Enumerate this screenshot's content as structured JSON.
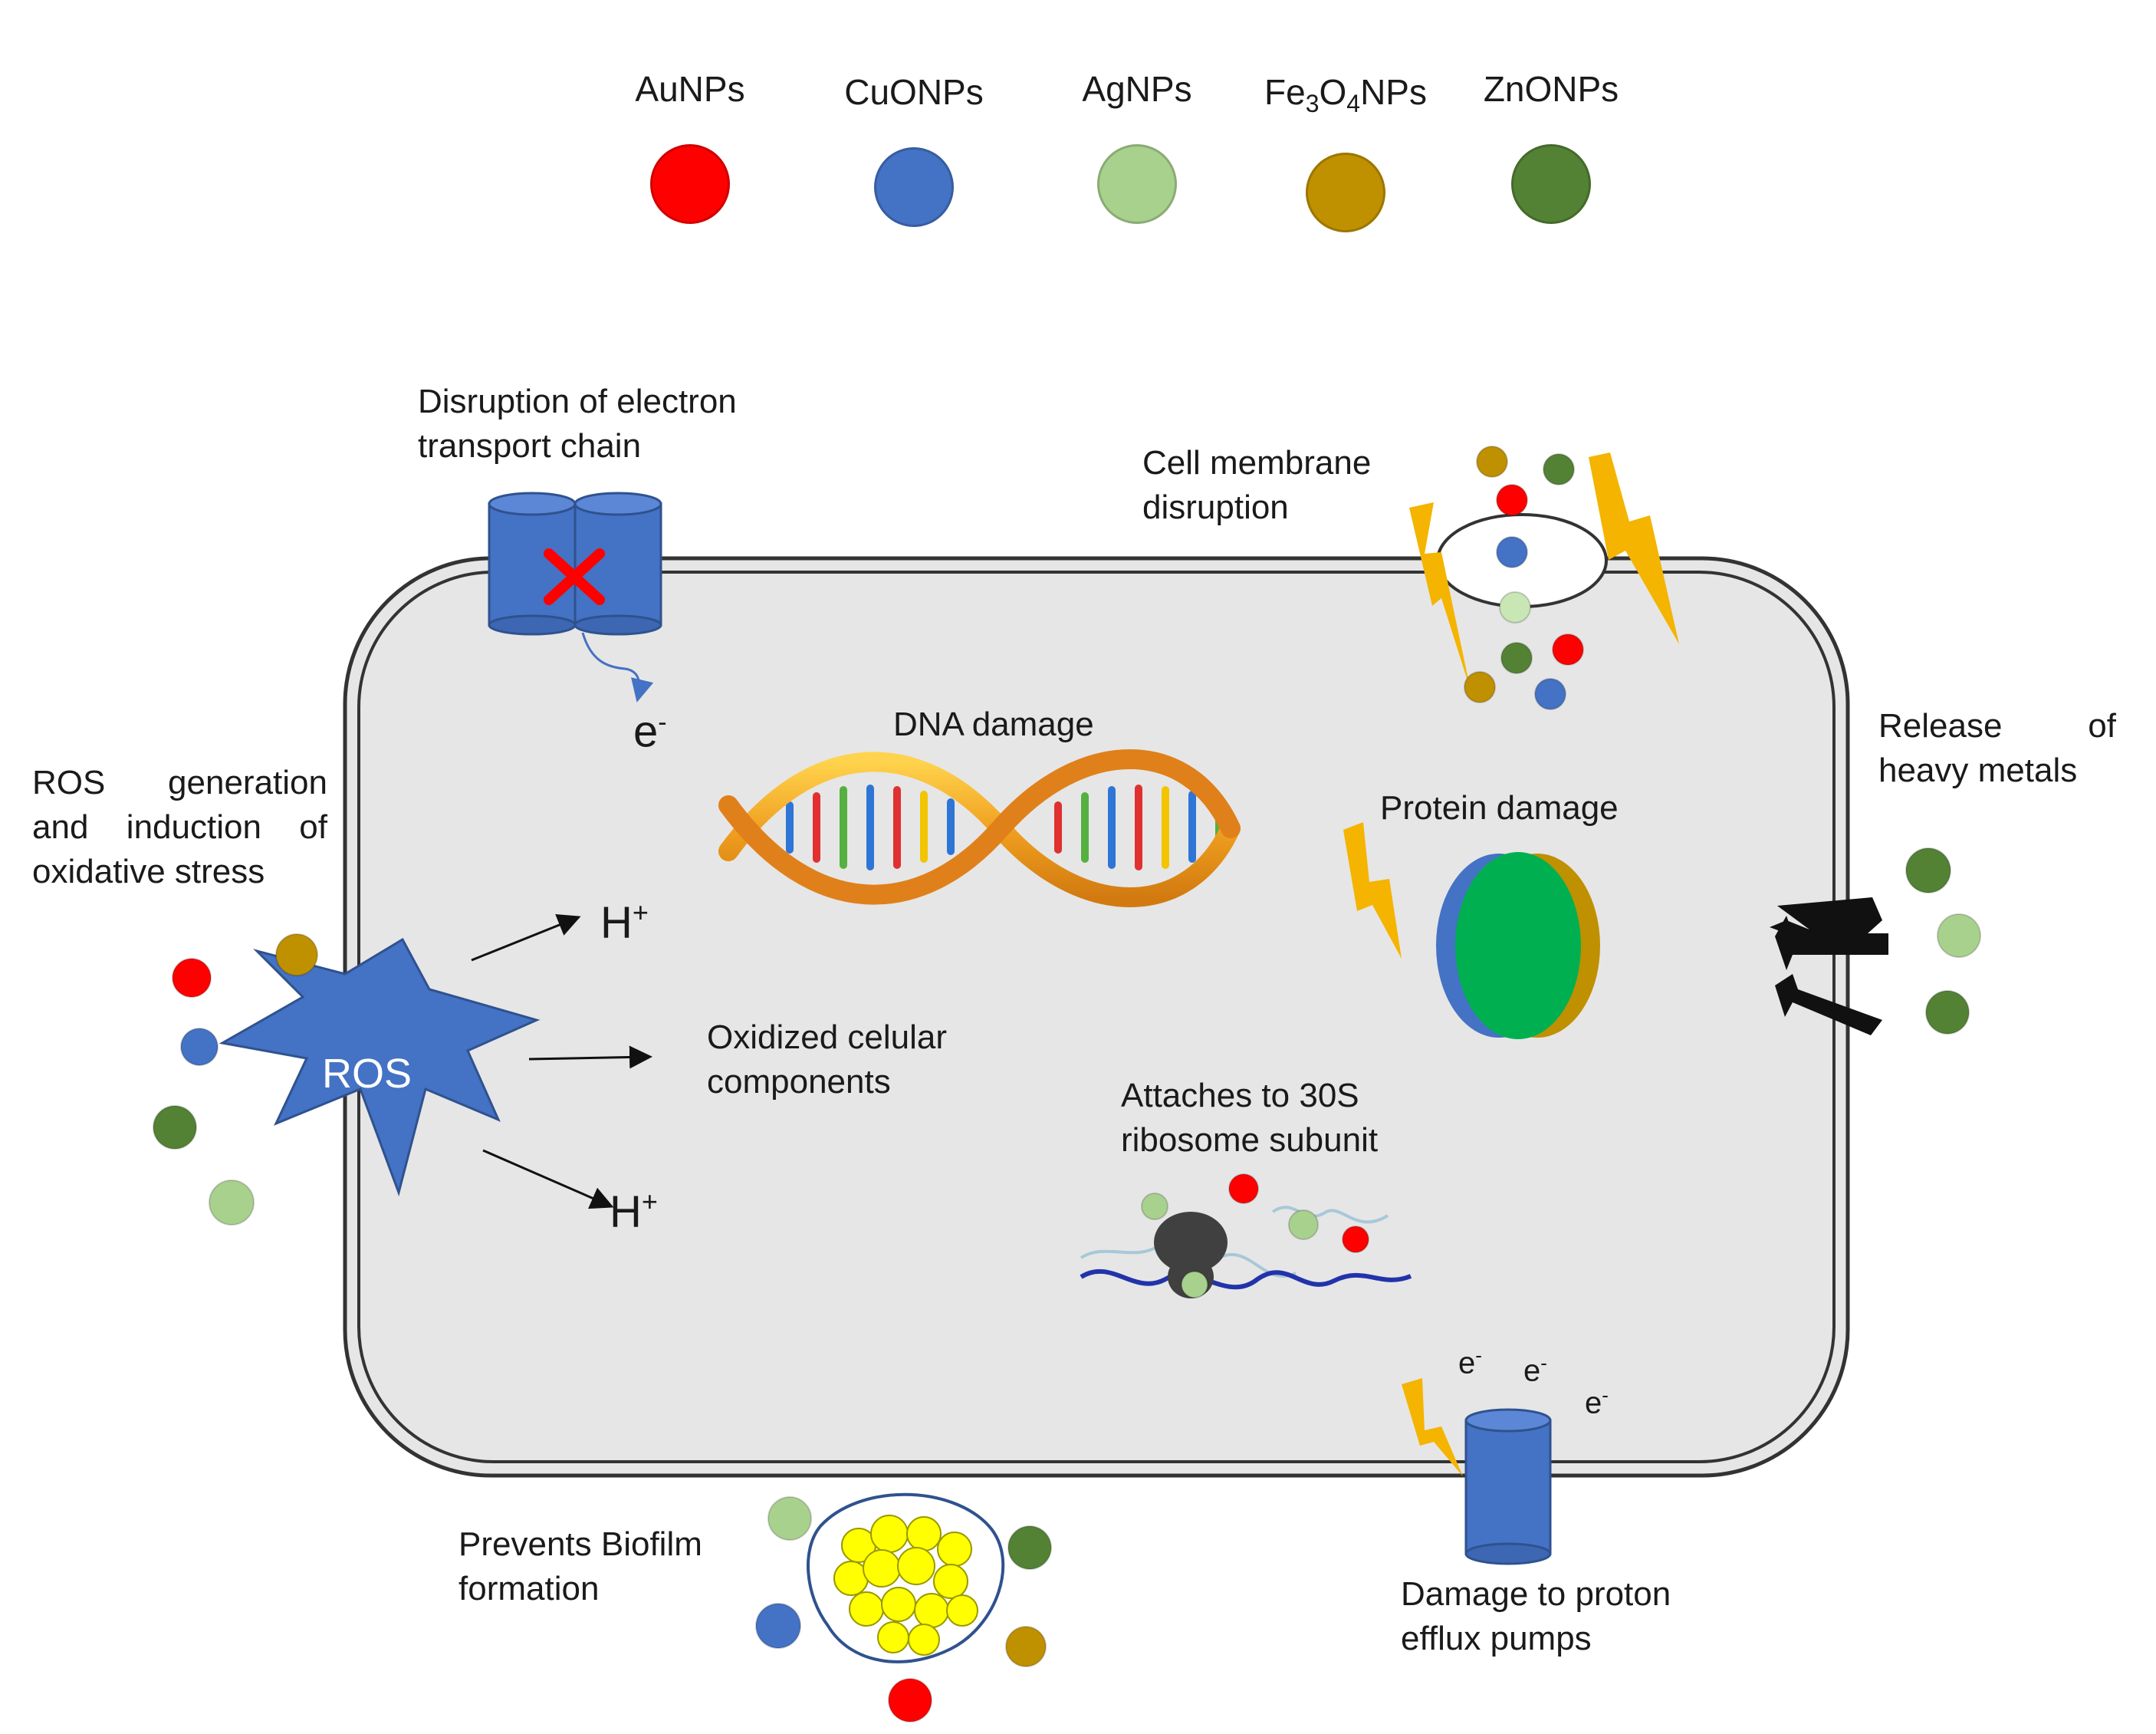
{
  "legend": [
    {
      "key": "au",
      "name": "AuNPs",
      "color": "#ff0000"
    },
    {
      "key": "cuo",
      "name": "CuONPs",
      "color": "#4472c4"
    },
    {
      "key": "ag",
      "name": "AgNPs",
      "color": "#a9d18e"
    },
    {
      "key": "fe",
      "name_main": "Fe",
      "sub1": "3",
      "mid": "O",
      "sub2": "4",
      "tail": "NPs",
      "color": "#bf9000"
    },
    {
      "key": "zno",
      "name": "ZnONPs",
      "color": "#548235"
    }
  ],
  "labels": {
    "etc": [
      "Disruption of electron",
      "transport chain"
    ],
    "membrane": [
      "Cell membrane",
      "disruption"
    ],
    "dna": "DNA damage",
    "heavy_metals": [
      "Release of",
      "heavy metals"
    ],
    "ros_generation": [
      "ROS generation",
      "and induction of",
      "oxidative stress"
    ],
    "protein": "Protein damage",
    "oxidized": [
      "Oxidized celular",
      "components"
    ],
    "ribosome": [
      "Attaches to 30S",
      "ribosome subunit"
    ],
    "biofilm": [
      "Prevents Biofilm",
      "formation"
    ],
    "proton": [
      "Damage to proton",
      "efflux pumps"
    ],
    "ros": "ROS",
    "h_plus_base": "H",
    "h_plus_sup": "+",
    "electron_base": "e",
    "electron_sup": "-"
  },
  "colors": {
    "cell_fill": "#e6e6e6",
    "membrane_stroke": "#333333",
    "ros_fill": "#4472c4",
    "channel_fill": "#4472c4",
    "lightning": "#f4b400",
    "protein_green": "#00b050",
    "biofilm_yellow": "#ffff00",
    "ribosome_dark": "#404040",
    "mrna_blue": "#2233aa"
  },
  "icons": [
    "x-mark-icon",
    "lightning-bolt-icon",
    "dna-helix-icon",
    "ribosome-icon",
    "arrow-icon"
  ]
}
